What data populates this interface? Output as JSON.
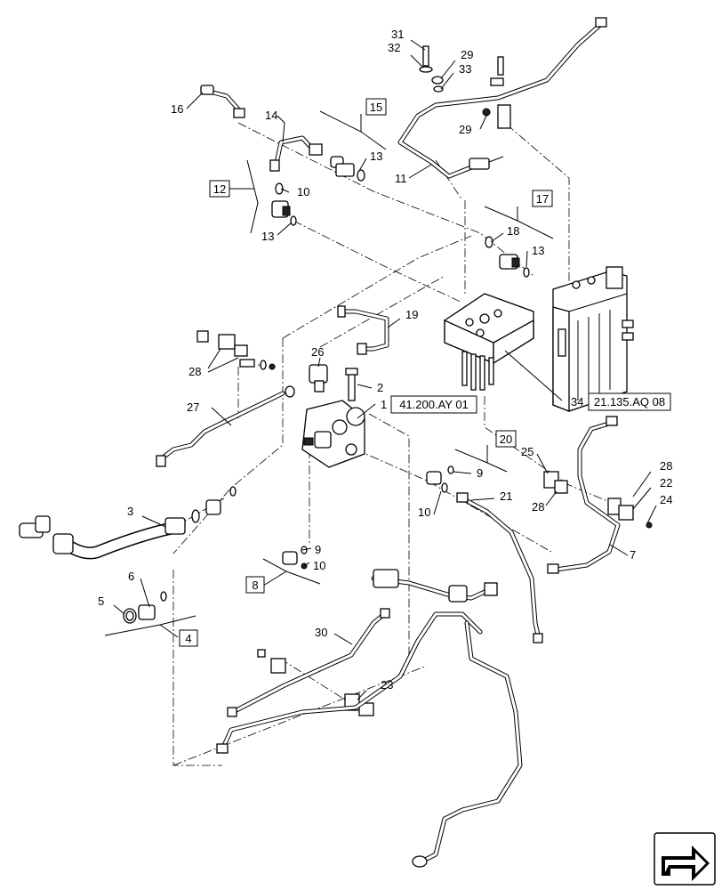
{
  "callouts": {
    "c31": "31",
    "c32": "32",
    "c29a": "29",
    "c33": "33",
    "c29b": "29",
    "c16": "16",
    "c14": "14",
    "c13a": "13",
    "c10a": "10",
    "c13b": "13",
    "c11": "11",
    "c18": "18",
    "c13c": "13",
    "c19": "19",
    "c26": "26",
    "c2": "2",
    "c28a": "28",
    "c27": "27",
    "c1": "1",
    "c34": "34",
    "c25": "25",
    "c9a": "9",
    "c10b": "10",
    "c21": "21",
    "c28b": "28",
    "c28c": "28",
    "c22": "22",
    "c24": "24",
    "c7": "7",
    "c3": "3",
    "c9b": "9",
    "c10c": "10",
    "c6": "6",
    "c5": "5",
    "c30": "30",
    "c23": "23"
  },
  "boxed_labels": {
    "b15": "15",
    "b12": "12",
    "b17": "17",
    "b20": "20",
    "b8": "8",
    "b4": "4"
  },
  "references": {
    "ref1": "41.200.AY 01",
    "ref34": "21.135.AQ 08"
  },
  "icons": {
    "nav": "next-page-arrow-icon"
  }
}
